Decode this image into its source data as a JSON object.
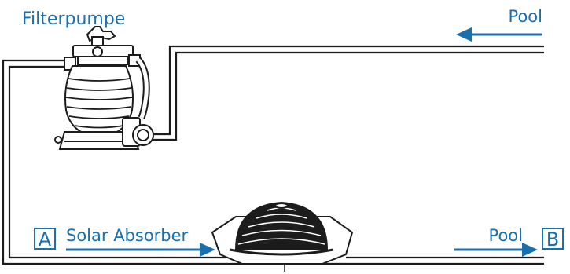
{
  "labels": {
    "filterpumpe": "Filterpumpe",
    "pool_top": "Pool",
    "solar_absorber": "Solar Absorber",
    "pool_bottom": "Pool",
    "marker_a": "A",
    "marker_b": "B"
  },
  "colors": {
    "accent": "#1a6fae",
    "line": "#1c1c1c"
  },
  "icons": {
    "pump": "sand-filter-pump",
    "absorber": "solar-dome-absorber"
  }
}
